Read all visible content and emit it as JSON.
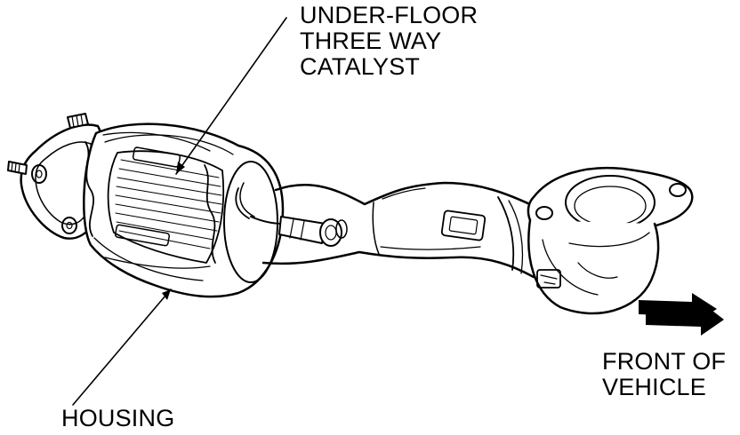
{
  "labels": {
    "catalyst": [
      "UNDER-FLOOR",
      "THREE WAY",
      "CATALYST"
    ],
    "housing": [
      "HOUSING"
    ],
    "front": [
      "FRONT OF",
      "VEHICLE"
    ]
  },
  "icons": {
    "direction": "arrow-right-icon"
  },
  "colors": {
    "ink": "#000000",
    "paper": "#ffffff"
  }
}
